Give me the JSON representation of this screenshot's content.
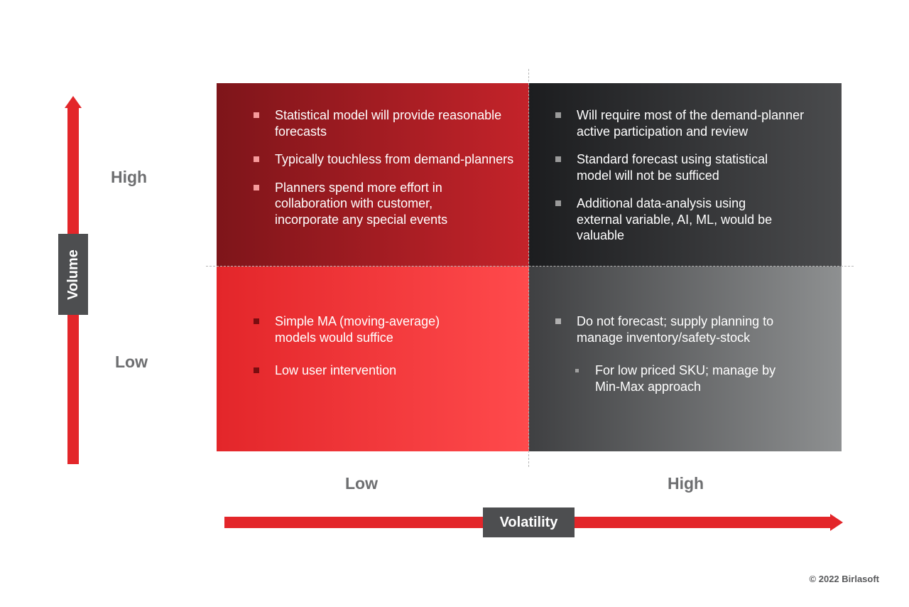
{
  "y_axis": {
    "label": "Volume",
    "high": "High",
    "low": "Low"
  },
  "x_axis": {
    "label": "Volatility",
    "low": "Low",
    "high": "High"
  },
  "quadrants": {
    "high_volume_low_volatility": {
      "bullets": [
        "Statistical model will provide reasonable forecasts",
        "Typically touchless from demand-planners",
        "Planners spend more effort in collaboration with customer, incorporate any special events"
      ]
    },
    "high_volume_high_volatility": {
      "bullets": [
        "Will require most of the demand-planner active participation and review",
        "Standard forecast using statistical model will not be sufficed",
        "Additional data-analysis using external variable, AI, ML, would be valuable"
      ]
    },
    "low_volume_low_volatility": {
      "bullets": [
        "Simple MA (moving-average) models would suffice",
        "Low user intervention"
      ]
    },
    "low_volume_high_volatility": {
      "bullets": [
        "Do not forecast; supply planning to manage inventory/safety-stock"
      ],
      "sub_bullets": [
        "For low priced SKU; manage by Min-Max approach"
      ]
    }
  },
  "colors": {
    "accent_red": "#e3262a",
    "dark_gray": "#4d4e50"
  },
  "copyright": "© 2022 Birlasoft"
}
